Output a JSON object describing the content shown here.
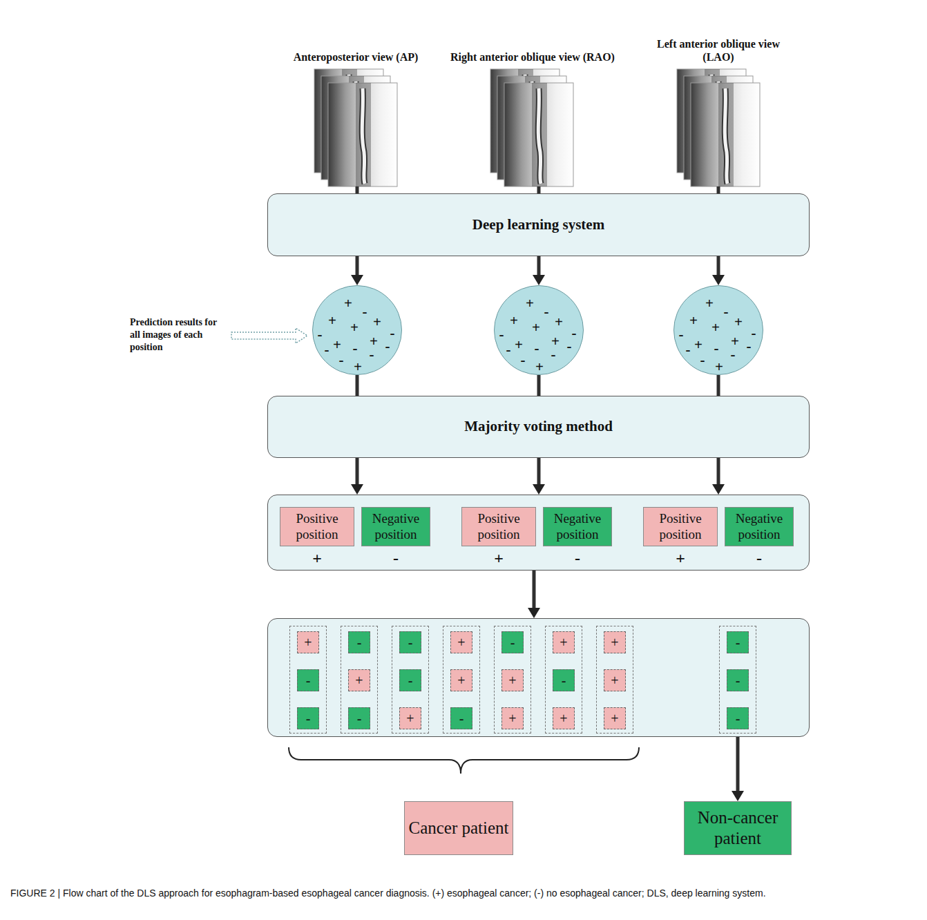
{
  "diagram": {
    "caption": "FIGURE 2 | Flow chart of the DLS approach for esophagram-based esophageal cancer diagnosis. (+) esophageal cancer; (-) no esophageal cancer; DLS, deep learning system.",
    "nodes": [
      {
        "text": [
          "Anteroposterior view (AP)"
        ]
      },
      {
        "text": [
          "Right anterior oblique view (RAO)"
        ]
      },
      {
        "text": [
          "Left anterior oblique view (LAO)"
        ]
      },
      {
        "text": [
          "Deep learning system"
        ]
      },
      {
        "text": [
          "+",
          "-",
          "+",
          "+",
          "+",
          "-",
          "-",
          "+",
          "-",
          "+",
          "-",
          "-",
          "-",
          "-",
          "+"
        ]
      },
      {
        "text": [
          "+",
          "-",
          "+",
          "+",
          "+",
          "-",
          "-",
          "+",
          "-",
          "+",
          "-",
          "-",
          "-",
          "-",
          "+"
        ]
      },
      {
        "text": [
          "+",
          "-",
          "+",
          "+",
          "+",
          "-",
          "-",
          "+",
          "-",
          "+",
          "-",
          "-",
          "-",
          "-",
          "+"
        ]
      },
      {
        "text": [
          "Majority voting method"
        ]
      },
      {
        "text": []
      },
      {
        "text": [
          "Positive position",
          "+"
        ],
        "in": 8
      },
      {
        "text": [
          "Negative position",
          "-"
        ],
        "in": 8
      },
      {
        "text": [
          "Positive position",
          "+"
        ],
        "in": 8
      },
      {
        "text": [
          "Negative position",
          "-"
        ],
        "in": 8
      },
      {
        "text": [
          "Positive position",
          "+"
        ],
        "in": 8
      },
      {
        "text": [
          "Negative position",
          "-"
        ],
        "in": 8
      },
      {
        "text": []
      },
      {
        "text": [
          "+"
        ],
        "in": 15
      },
      {
        "text": [
          "-"
        ],
        "in": 15
      },
      {
        "text": [
          "-"
        ],
        "in": 15
      },
      {
        "text": [
          "-"
        ],
        "in": 15
      },
      {
        "text": [
          "+"
        ],
        "in": 15
      },
      {
        "text": [
          "-"
        ],
        "in": 15
      },
      {
        "text": [
          "-"
        ],
        "in": 15
      },
      {
        "text": [
          "-"
        ],
        "in": 15
      },
      {
        "text": [
          "+"
        ],
        "in": 15
      },
      {
        "text": [
          "+"
        ],
        "in": 15
      },
      {
        "text": [
          "+"
        ],
        "in": 15
      },
      {
        "text": [
          "-"
        ],
        "in": 15
      },
      {
        "text": [
          "-"
        ],
        "in": 15
      },
      {
        "text": [
          "+"
        ],
        "in": 15
      },
      {
        "text": [
          "+"
        ],
        "in": 15
      },
      {
        "text": [
          "+"
        ],
        "in": 15
      },
      {
        "text": [
          "-"
        ],
        "in": 15
      },
      {
        "text": [
          "+"
        ],
        "in": 15
      },
      {
        "text": [
          "+"
        ],
        "in": 15
      },
      {
        "text": [
          "+"
        ],
        "in": 15
      },
      {
        "text": [
          "+"
        ],
        "in": 15
      },
      {
        "text": [
          "-"
        ],
        "in": 15
      },
      {
        "text": [
          "-"
        ],
        "in": 15
      },
      {
        "text": [
          "-"
        ],
        "in": 15
      },
      {
        "text": [
          "Cancer patient"
        ]
      },
      {
        "text": [
          "Non-cancer patient"
        ]
      }
    ],
    "edges": [
      {
        "from": 0,
        "to": 3,
        "arrow": "none"
      },
      {
        "from": 1,
        "to": 3,
        "arrow": "none"
      },
      {
        "from": 2,
        "to": 3,
        "arrow": "none"
      },
      {
        "from": 3,
        "to": 4,
        "arrow": "to"
      },
      {
        "from": 3,
        "to": 5,
        "arrow": "to"
      },
      {
        "from": 3,
        "to": 6,
        "arrow": "to"
      },
      {
        "from": 4,
        "to": 7,
        "arrow": "none"
      },
      {
        "from": 5,
        "to": 7,
        "arrow": "none"
      },
      {
        "from": 6,
        "to": 7,
        "arrow": "none"
      },
      {
        "from": 7,
        "to": 8,
        "arrow": "to"
      },
      {
        "from": 7,
        "to": 8,
        "arrow": "to"
      },
      {
        "from": 7,
        "to": 8,
        "arrow": "to"
      },
      {
        "from": 8,
        "to": 15,
        "arrow": "to"
      },
      {
        "from": 39,
        "to": 41,
        "arrow": "to"
      }
    ],
    "labels": [
      "Prediction results for all images of each position"
    ]
  }
}
